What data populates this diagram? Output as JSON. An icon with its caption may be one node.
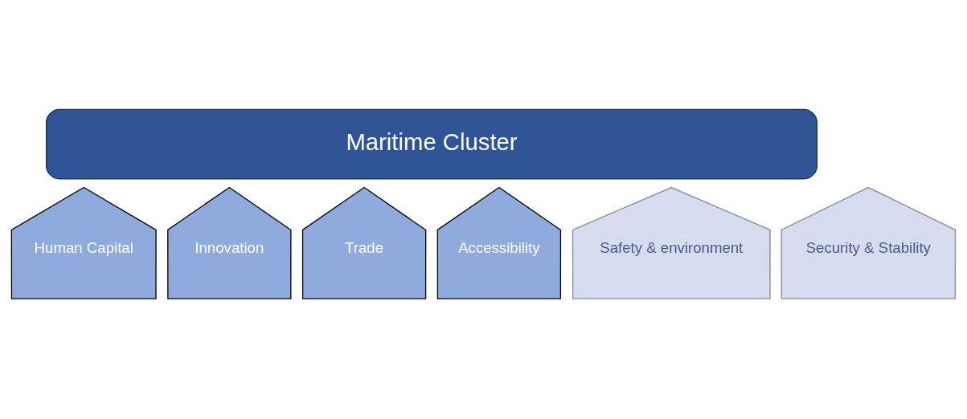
{
  "diagram": {
    "nodes": [
      {
        "text": [
          "Maritime Cluster"
        ]
      },
      {
        "text": [
          "Human Capital"
        ]
      },
      {
        "text": [
          "Innovation"
        ]
      },
      {
        "text": [
          "Trade"
        ]
      },
      {
        "text": [
          "Accessibility"
        ]
      },
      {
        "text": [
          "Safety & environment"
        ]
      },
      {
        "text": [
          "Security & Stability"
        ]
      }
    ]
  }
}
